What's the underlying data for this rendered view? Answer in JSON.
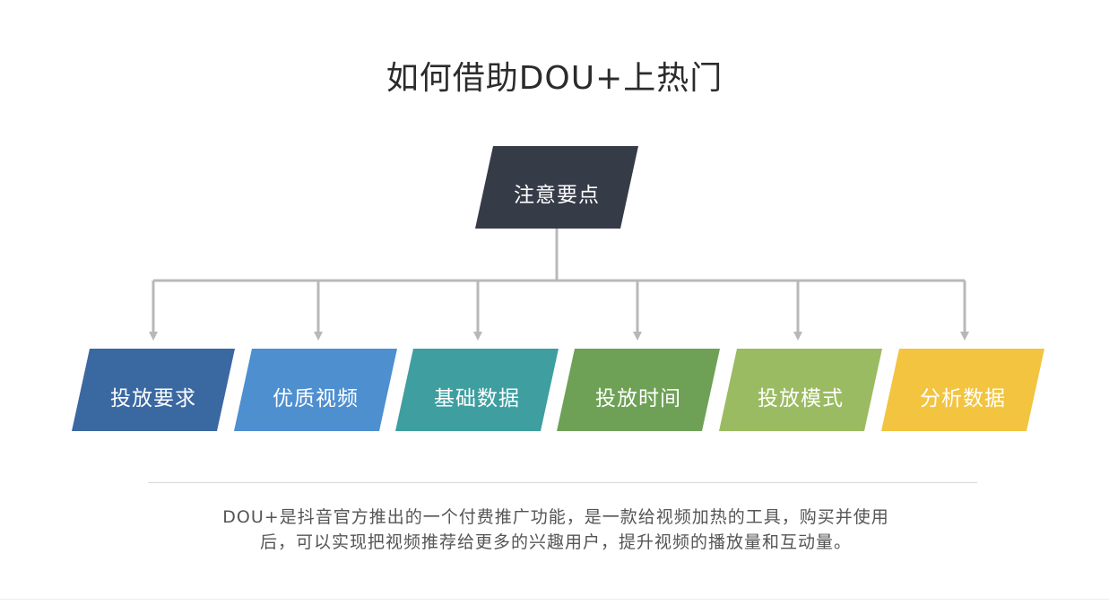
{
  "title": "如何借助DOU+上热门",
  "root": {
    "label": "注意要点",
    "color": "#363b48"
  },
  "items": [
    {
      "label": "投放要求",
      "color": "#3a68a1"
    },
    {
      "label": "优质视频",
      "color": "#4e8fd0"
    },
    {
      "label": "基础数据",
      "color": "#3e9ea0"
    },
    {
      "label": "投放时间",
      "color": "#6ea156"
    },
    {
      "label": "投放模式",
      "color": "#9bbb62"
    },
    {
      "label": "分析数据",
      "color": "#f2c440"
    }
  ],
  "connector_color": "#b8b8b8",
  "description": "DOU+是抖音官方推出的一个付费推广功能，是一款给视频加热的工具，购买并使用后，可以实现把视频推荐给更多的兴趣用户，提升视频的播放量和互动量。"
}
